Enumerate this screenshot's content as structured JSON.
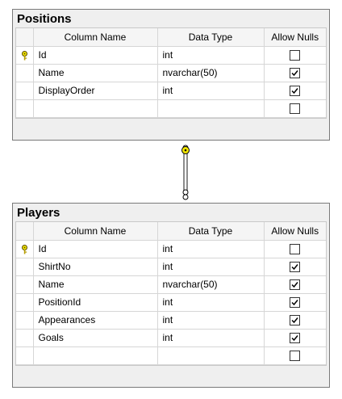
{
  "tables": [
    {
      "title": "Positions",
      "headers": {
        "column_name": "Column Name",
        "data_type": "Data Type",
        "allow_nulls": "Allow Nulls"
      },
      "rows": [
        {
          "name": "Id",
          "type": "int",
          "nullable": false,
          "pk": true
        },
        {
          "name": "Name",
          "type": "nvarchar(50)",
          "nullable": true,
          "pk": false
        },
        {
          "name": "DisplayOrder",
          "type": "int",
          "nullable": true,
          "pk": false
        },
        {
          "name": "",
          "type": "",
          "nullable": false,
          "pk": false
        }
      ]
    },
    {
      "title": "Players",
      "headers": {
        "column_name": "Column Name",
        "data_type": "Data Type",
        "allow_nulls": "Allow Nulls"
      },
      "rows": [
        {
          "name": "Id",
          "type": "int",
          "nullable": false,
          "pk": true
        },
        {
          "name": "ShirtNo",
          "type": "int",
          "nullable": true,
          "pk": false
        },
        {
          "name": "Name",
          "type": "nvarchar(50)",
          "nullable": true,
          "pk": false
        },
        {
          "name": "PositionId",
          "type": "int",
          "nullable": true,
          "pk": false
        },
        {
          "name": "Appearances",
          "type": "int",
          "nullable": true,
          "pk": false
        },
        {
          "name": "Goals",
          "type": "int",
          "nullable": true,
          "pk": false
        },
        {
          "name": "",
          "type": "",
          "nullable": false,
          "pk": false
        }
      ]
    }
  ],
  "relationship": {
    "from": "Players",
    "to": "Positions",
    "accent_color": "#f2e600"
  },
  "icons": {
    "primary_key": "key-icon",
    "checkbox": "checkbox-icon"
  }
}
